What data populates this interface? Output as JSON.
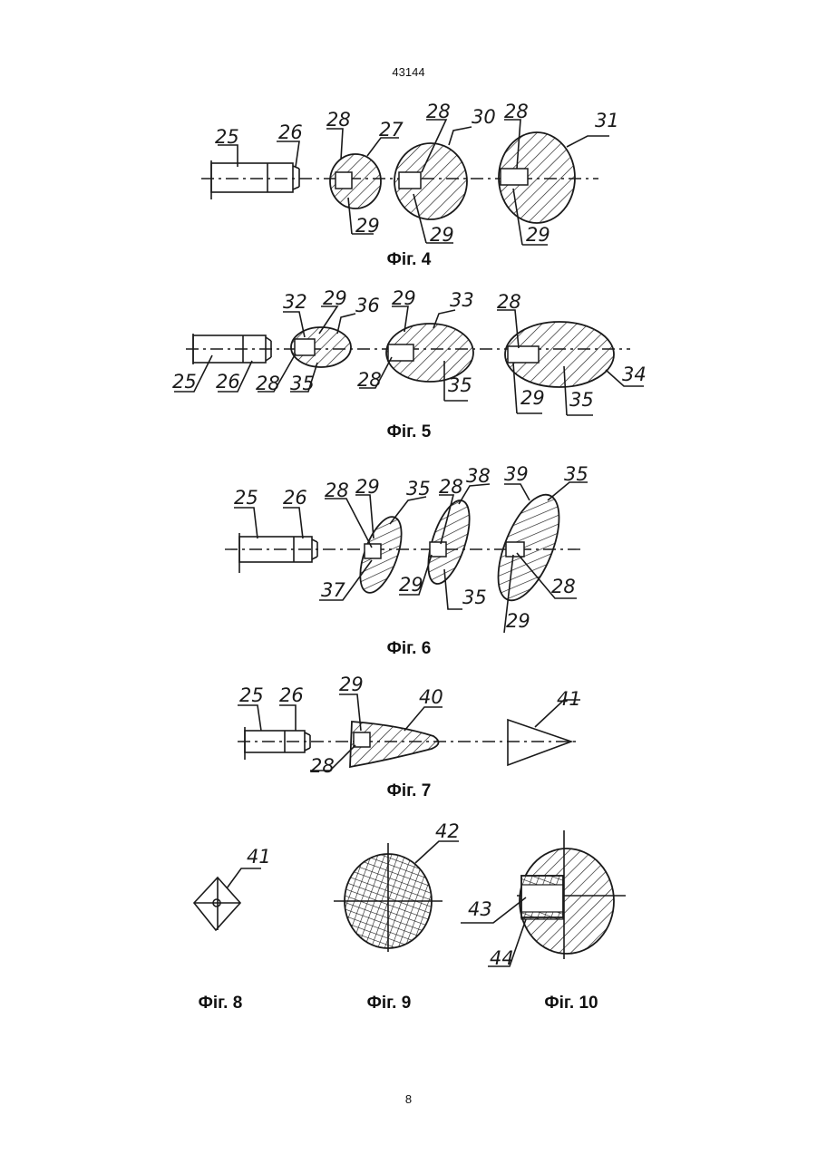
{
  "header": {
    "doc_number": "43144"
  },
  "footer": {
    "page_number": "8"
  },
  "captions": {
    "fig4": "Фіг. 4",
    "fig5": "Фіг. 5",
    "fig6": "Фіг. 6",
    "fig7": "Фіг. 7",
    "fig8": "Фіг. 8",
    "fig9": "Фіг. 9",
    "fig10": "Фіг. 10"
  },
  "labels": {
    "fig4": [
      "25",
      "26",
      "28",
      "27",
      "29",
      "28",
      "30",
      "29",
      "28",
      "31",
      "29"
    ],
    "fig5": [
      "32",
      "29",
      "36",
      "29",
      "33",
      "28",
      "25",
      "26",
      "28",
      "35",
      "28",
      "35",
      "29",
      "35",
      "34"
    ],
    "fig6": [
      "25",
      "26",
      "28",
      "29",
      "35",
      "28",
      "38",
      "39",
      "35",
      "37",
      "29",
      "35",
      "28",
      "29"
    ],
    "fig7": [
      "25",
      "26",
      "29",
      "40",
      "41",
      "28"
    ],
    "fig8": [
      "41"
    ],
    "fig9": [
      "42"
    ],
    "fig10": [
      "43",
      "44"
    ]
  }
}
